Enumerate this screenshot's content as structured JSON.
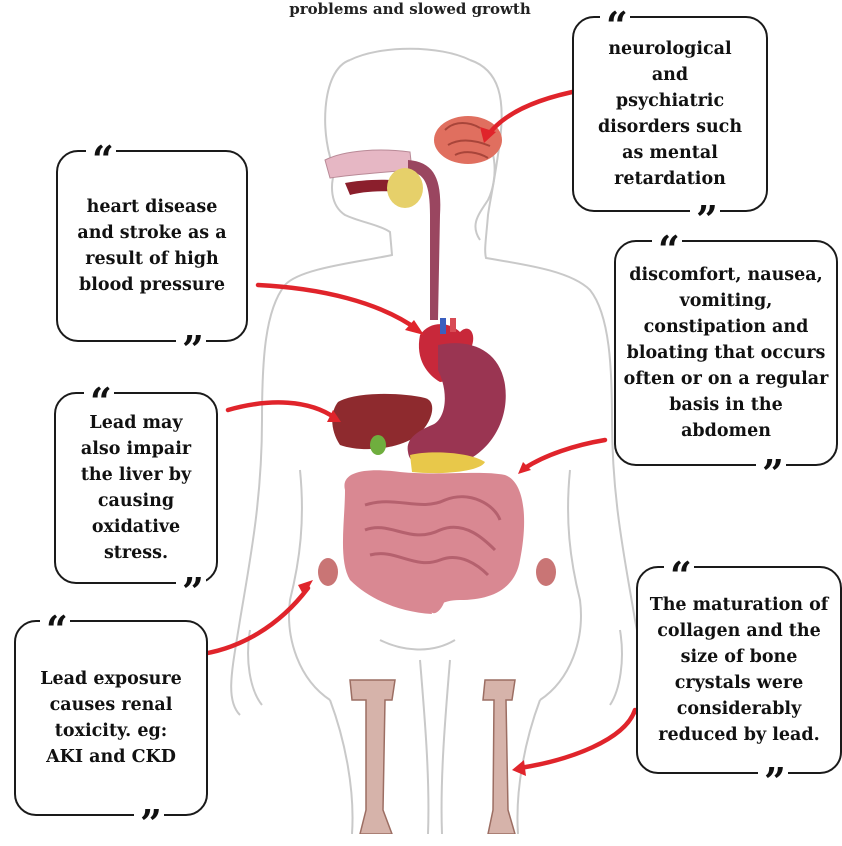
{
  "top_caption": "problems and  slowed growth",
  "quote_open": "“",
  "quote_close": "”",
  "callouts": {
    "brain": "neurological and psychiatric disorders such as mental retardation",
    "heart": "heart disease and stroke as a result of high blood pressure",
    "stomach": "discomfort, nausea, vomiting, constipation and bloating that occurs often or on a regular basis in the abdomen",
    "liver": "Lead may also impair the liver by causing oxidative stress.",
    "bone": "The maturation of collagen and the size of bone crystals were considerably reduced by lead.",
    "kidney": "Lead exposure causes renal toxicity. eg: AKI and CKD"
  },
  "colors": {
    "arrow": "#e0242b",
    "outline": "#c9c9c9",
    "brain": "#e06f5f",
    "heart": "#c8283a",
    "stomach": "#9a3552",
    "liver": "#8e2a2e",
    "intestine": "#d98892",
    "bone": "#d6b3aa"
  }
}
